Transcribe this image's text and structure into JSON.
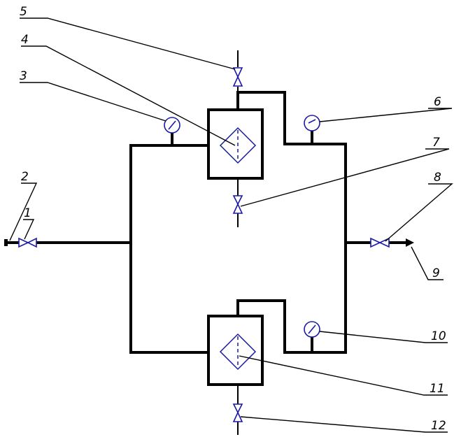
{
  "diagram": {
    "labels": {
      "l1": "1",
      "l2": "2",
      "l3": "3",
      "l4": "4",
      "l5": "5",
      "l6": "6",
      "l7": "7",
      "l8": "8",
      "l9": "9",
      "l10": "10",
      "l11": "11",
      "l12": "12"
    },
    "colors": {
      "pipe": "#000000",
      "symbol": "#1a1aa6",
      "leader": "#000000",
      "background": "#ffffff"
    }
  }
}
